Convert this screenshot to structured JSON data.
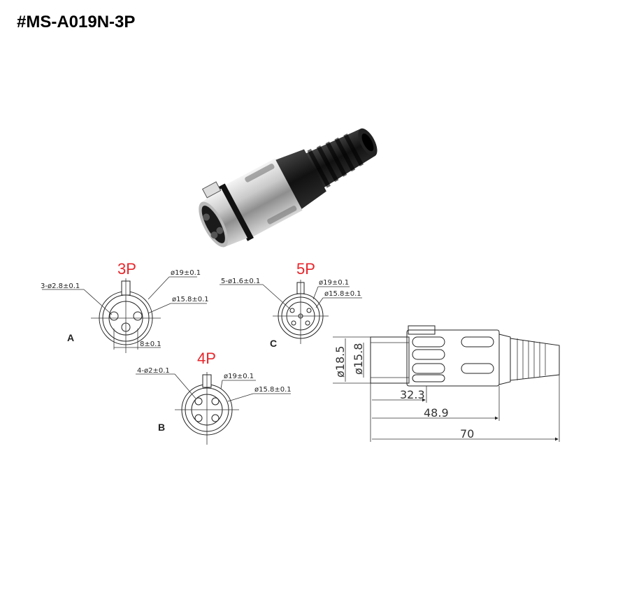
{
  "title": "#MS-A019N-3P",
  "views": {
    "p3": {
      "pins_label": "3P",
      "letter": "A",
      "outer_dia": "ø19±0.1",
      "inner_dia": "ø15.8±0.1",
      "hole_spec": "3-ø2.8±0.1",
      "spacing": "8±0.1"
    },
    "p4": {
      "pins_label": "4P",
      "letter": "B",
      "outer_dia": "ø19±0.1",
      "inner_dia": "ø15.8±0.1",
      "hole_spec": "4-ø2±0.1"
    },
    "p5": {
      "pins_label": "5P",
      "letter": "C",
      "outer_dia": "ø19±0.1",
      "inner_dia": "ø15.8±0.1",
      "hole_spec": "5-ø1.6±0.1"
    }
  },
  "side_view": {
    "dia_outer": "ø18.5",
    "dia_inner": "ø15.8",
    "len_front": "32.3",
    "len_body": "48.9",
    "len_total": "70"
  }
}
